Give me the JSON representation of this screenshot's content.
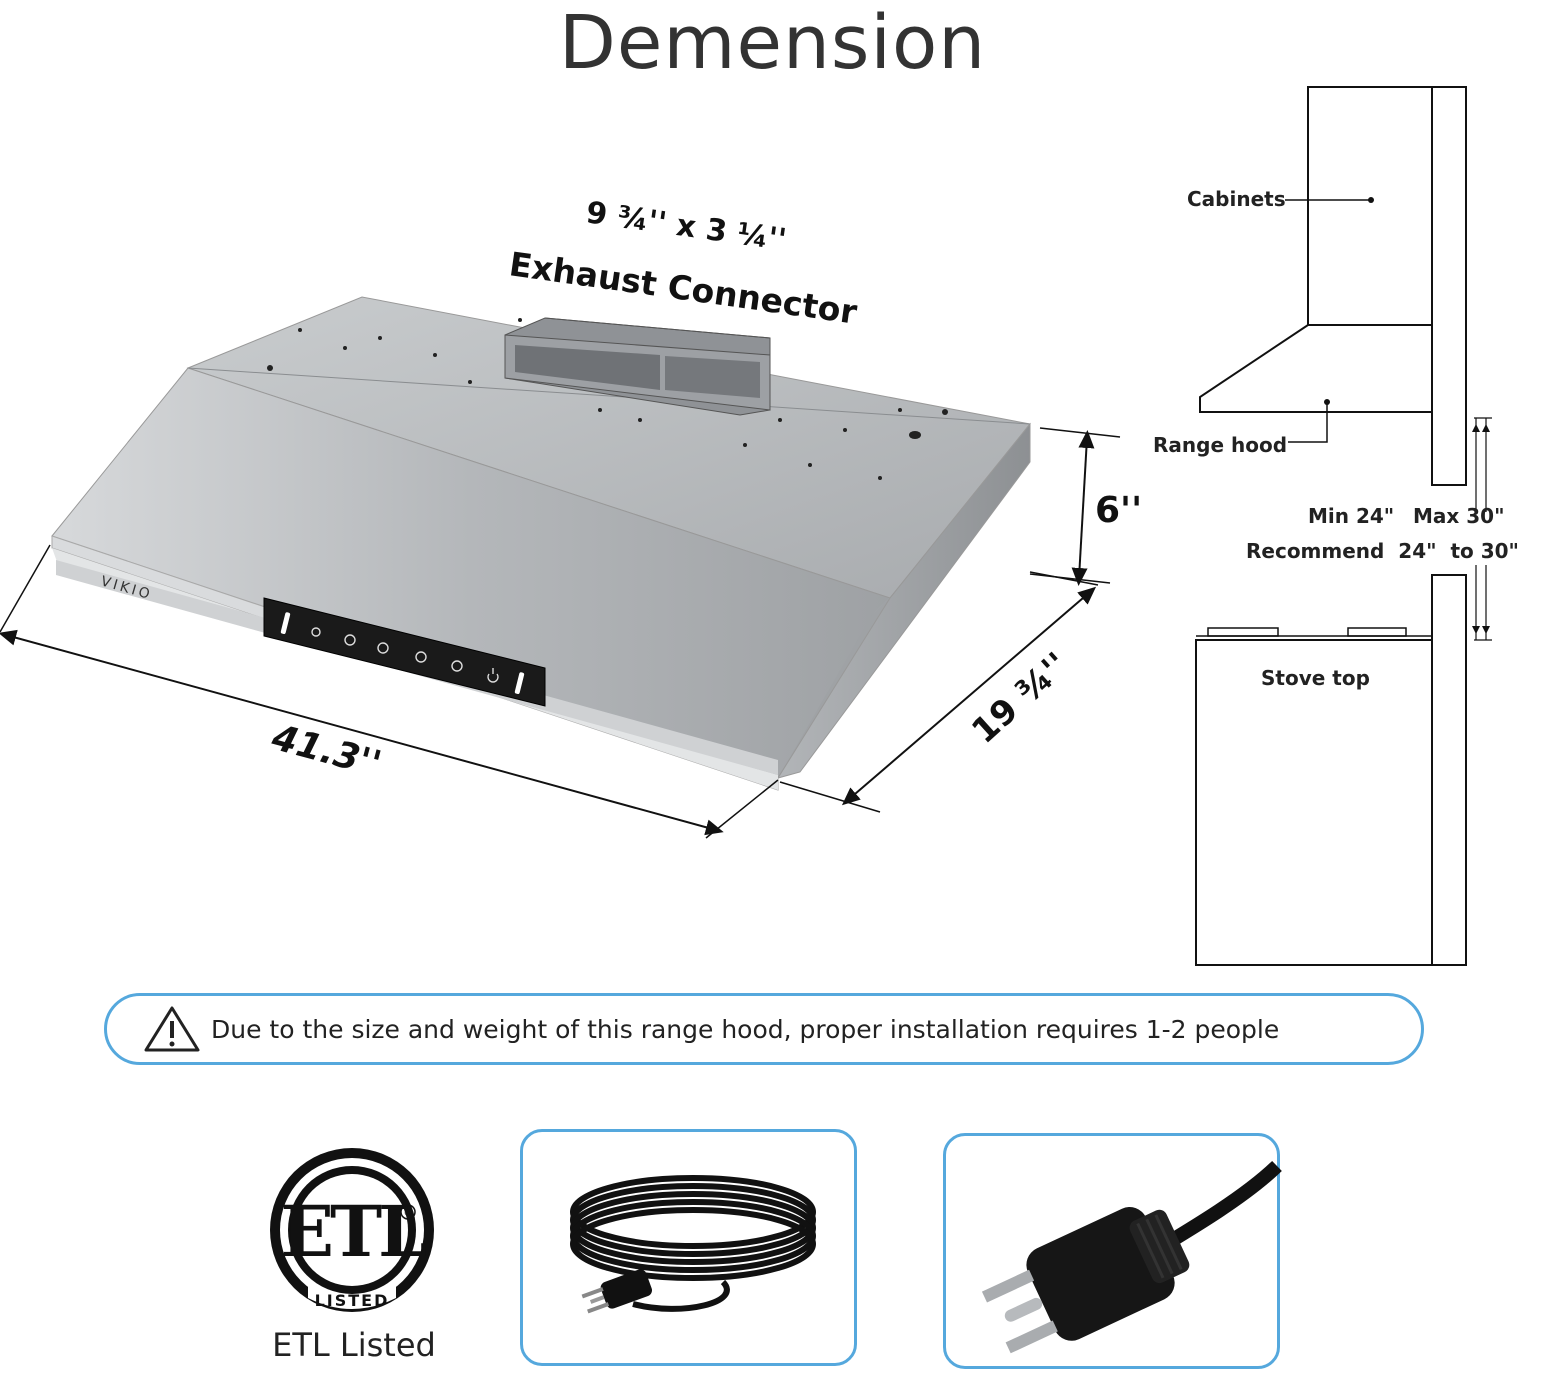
{
  "title": "Demension",
  "hood": {
    "brand": "VIKIO",
    "exhaust_size": "9 ¾'' x 3 ¼''",
    "exhaust_label": "Exhaust Connector",
    "height": "6''",
    "width": "41.3''",
    "depth": "19 ¾''"
  },
  "side_diagram": {
    "cabinets": "Cabinets",
    "range_hood": "Range hood",
    "min": "Min 24\"",
    "max": "Max 30\"",
    "recommend": "Recommend  24\"  to 30\"",
    "stove_top": "Stove top"
  },
  "notice": {
    "text": "Due to the size and weight of this range hood, proper installation requires 1-2 people"
  },
  "certification": {
    "logo_text": "ETL",
    "logo_sub": "LISTED",
    "caption": "ETL Listed"
  },
  "colors": {
    "accent": "#55a8dd",
    "steel": "#b9bcbf",
    "panel": "#1a1a1a"
  }
}
